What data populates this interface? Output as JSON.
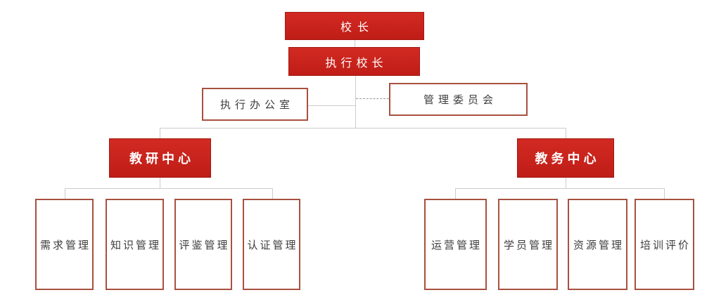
{
  "diagram": {
    "type": "org-chart",
    "nodes": {
      "principal": "校长",
      "executive_principal": "执行校长",
      "executive_office": "执行办公室",
      "management_committee": "管理委员会",
      "research_center": "教研中心",
      "academic_center": "教务中心"
    },
    "research_center_children": [
      "需求管理",
      "知识管理",
      "评鉴管理",
      "认证管理"
    ],
    "academic_center_children": [
      "运营管理",
      "学员管理",
      "资源管理",
      "培训评价"
    ],
    "connector_styles": {
      "management_committee_link": "dashed",
      "default_link": "solid"
    }
  },
  "colors": {
    "node_red_fill": "#C9241E",
    "node_red_text": "#FFFFFF",
    "outline_border": "#A8513F",
    "outline_fill": "#FFFFFF",
    "outline_text": "#3D3D3D",
    "connector_gray": "#CCCCCC",
    "dashed_gray": "#999999"
  }
}
